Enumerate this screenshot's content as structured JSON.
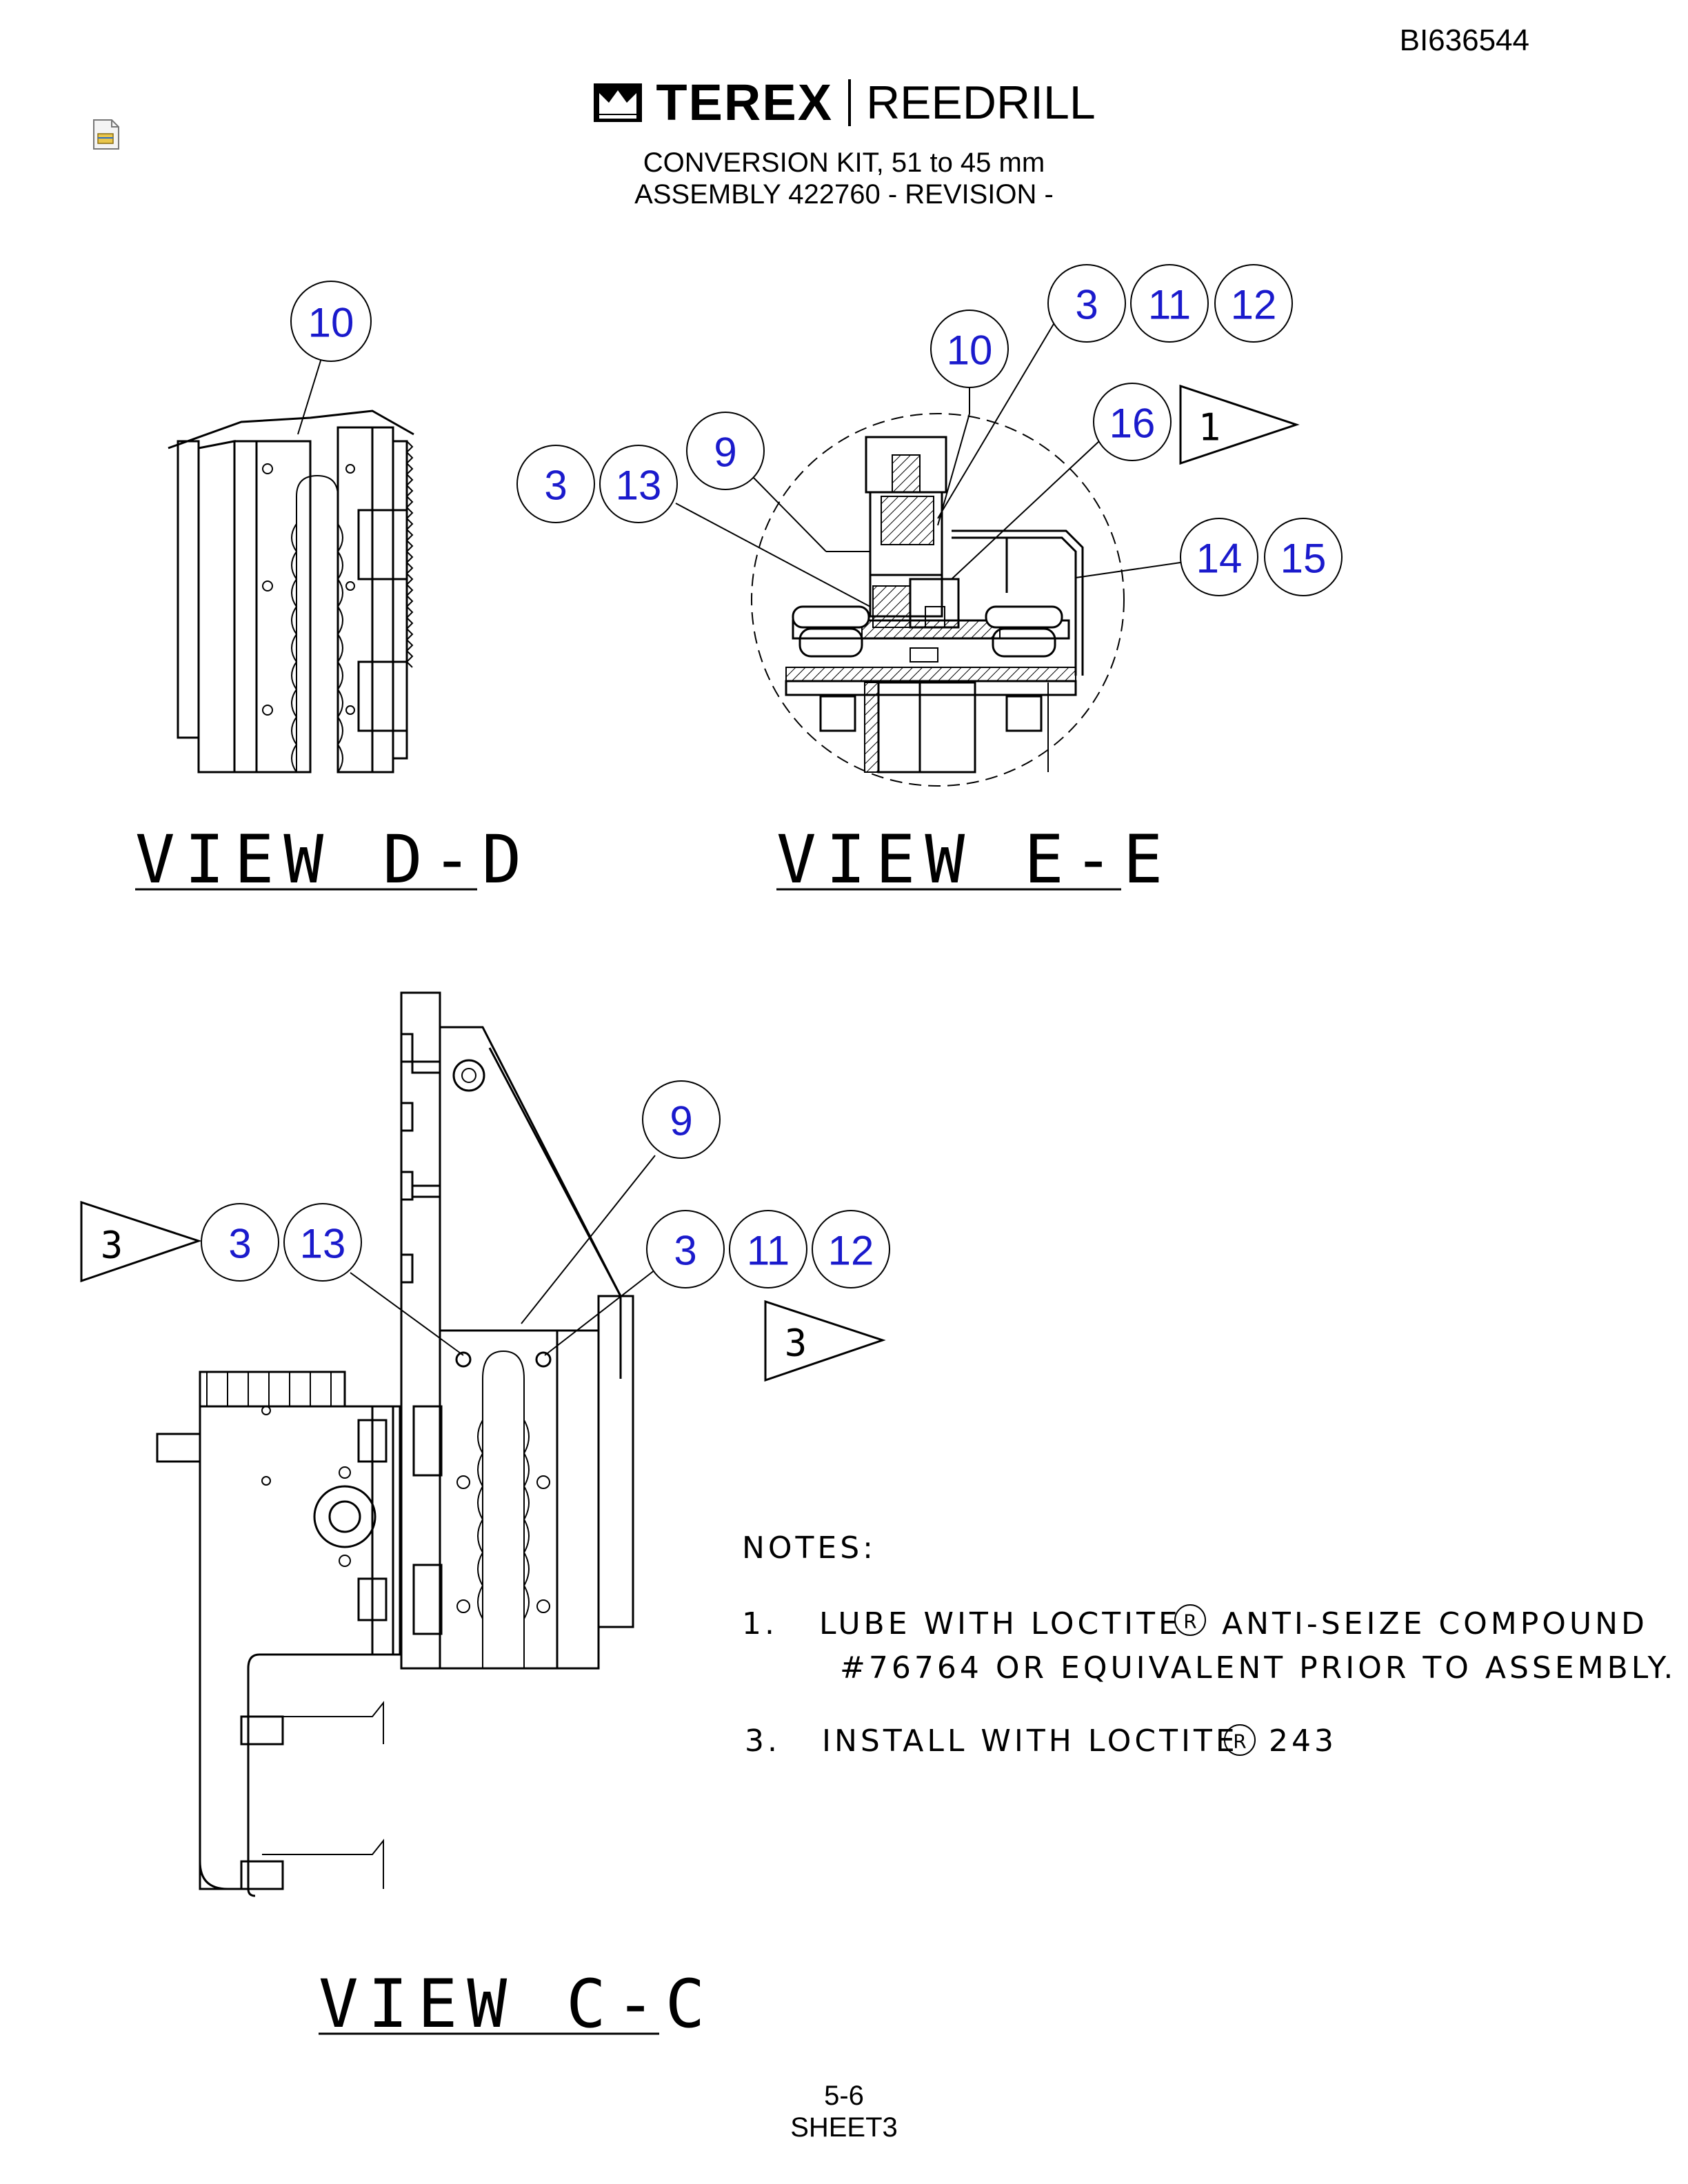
{
  "header": {
    "doc_id": "BI636544",
    "brand": "TEREX",
    "brand_sub": "REEDRILL",
    "title_line1": "CONVERSION KIT, 51 to 45 mm",
    "title_line2": "ASSEMBLY 422760 - REVISION -"
  },
  "views": {
    "d": {
      "label": "VIEW D-D"
    },
    "e": {
      "label": "VIEW E-E"
    },
    "c": {
      "label": "VIEW C-C"
    }
  },
  "callouts": {
    "dd_10": "10",
    "ee_3a": "3",
    "ee_11": "11",
    "ee_12": "12",
    "ee_10": "10",
    "ee_16": "16",
    "ee_9": "9",
    "ee_3b": "3",
    "ee_13": "13",
    "ee_14": "14",
    "ee_15": "15",
    "ee_flag": "1",
    "cc_9": "9",
    "cc_3a": "3",
    "cc_13": "13",
    "cc_3b": "3",
    "cc_11": "11",
    "cc_12": "12",
    "cc_flag_left": "3",
    "cc_flag_right": "3"
  },
  "notes": {
    "heading": "NOTES:",
    "note1_num": "1.",
    "note1_line1": "LUBE WITH LOCTITE",
    "note1_reg": "R",
    "note1_line1b": "ANTI-SEIZE COMPOUND",
    "note1_line2": "#76764 OR EQUIVALENT PRIOR TO ASSEMBLY.",
    "note3_num": "3.",
    "note3_line1": "INSTALL WITH LOCTITE",
    "note3_reg": "R",
    "note3_line1b": "243"
  },
  "footer": {
    "page": "5-6",
    "sheet": "SHEET3"
  },
  "colors": {
    "callout_text": "#1a1acc",
    "line": "#000000",
    "background": "#ffffff"
  }
}
